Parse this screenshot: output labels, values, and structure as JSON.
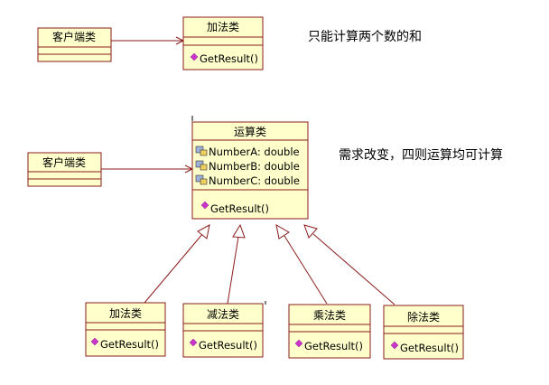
{
  "top_diagram": {
    "client_class": "客户端类",
    "add_class": "加法类",
    "add_method": "GetResult()",
    "note": "只能计算两个数的和"
  },
  "bottom_diagram": {
    "client_class": "客户端类",
    "operation_class": "运算类",
    "attributes": [
      "NumberA: double",
      "NumberB: double",
      "NumberC: double"
    ],
    "operation_method": "GetResult()",
    "note": "需求改变，四则运算均可计算",
    "subclasses": [
      {
        "name": "加法类",
        "method": "GetResult()"
      },
      {
        "name": "减法类",
        "method": "GetResult()"
      },
      {
        "name": "乘法类",
        "method": "GetResult()"
      },
      {
        "name": "除法类",
        "method": "GetResult()"
      }
    ]
  }
}
